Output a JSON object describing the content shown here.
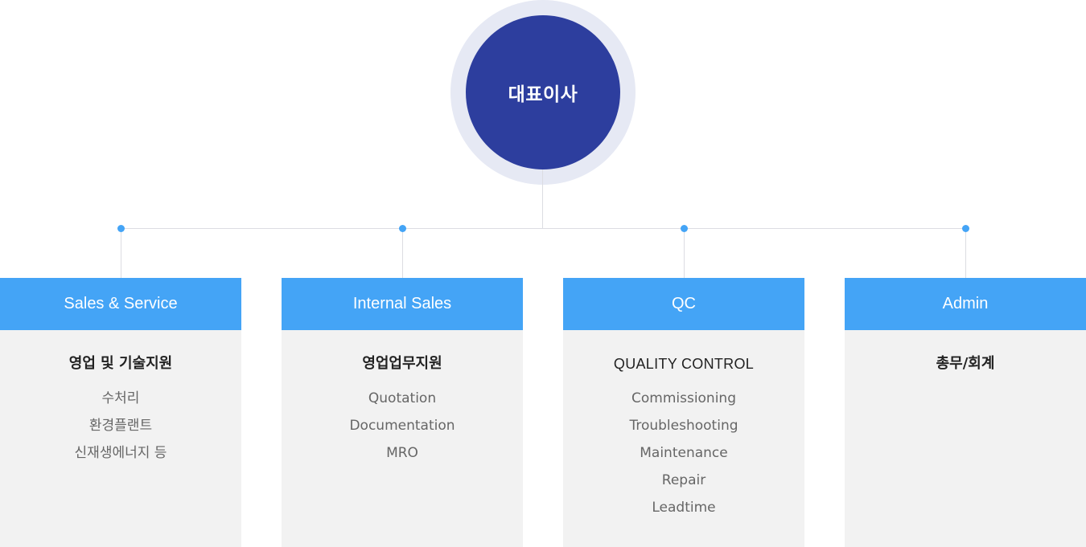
{
  "ceo": {
    "label": "대표이사"
  },
  "departments": [
    {
      "title": "Sales & Service",
      "subtitle": "영업 및 기술지원",
      "items": [
        "수처리",
        "환경플랜트",
        "신재생에너지 등"
      ]
    },
    {
      "title": "Internal Sales",
      "subtitle": "영업업무지원",
      "items": [
        "Quotation",
        "Documentation",
        "MRO"
      ]
    },
    {
      "title": "QC",
      "subtitle": "QUALITY CONTROL",
      "items": [
        "Commissioning",
        "Troubleshooting",
        "Maintenance",
        "Repair",
        "Leadtime"
      ]
    },
    {
      "title": "Admin",
      "subtitle": "총무/회계",
      "items": []
    }
  ],
  "colors": {
    "ceo_fill": "#2d3e9e",
    "ceo_ring": "#e6e9f4",
    "header_blue": "#44a4f6",
    "panel_gray": "#f2f2f2",
    "connector": "#dcdde2"
  }
}
